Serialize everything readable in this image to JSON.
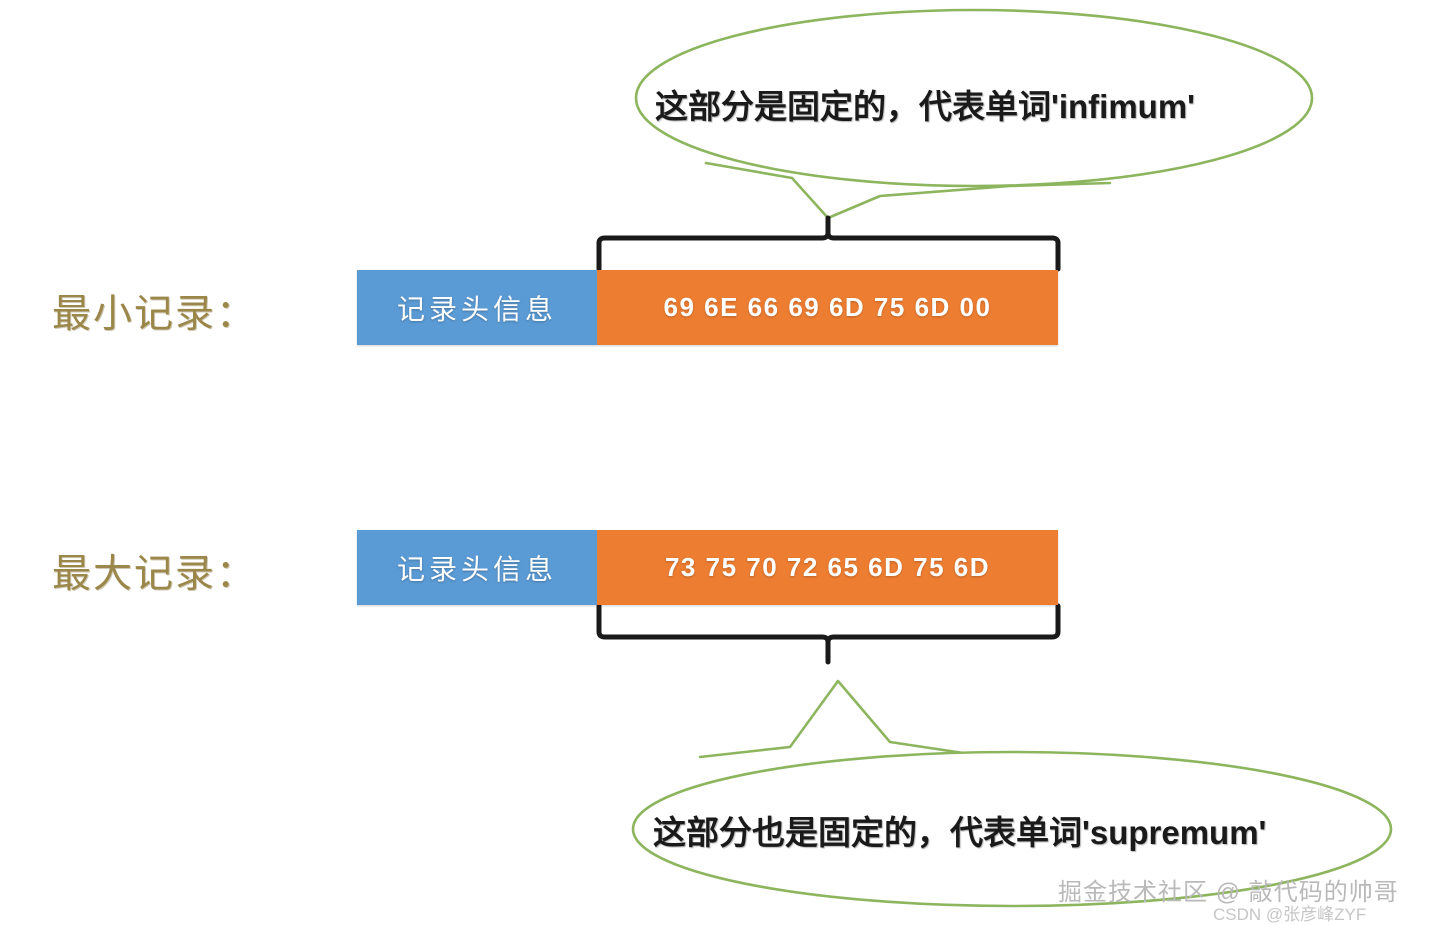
{
  "diagram": {
    "title": "InnoDB Infimum and Supremum Records",
    "colors": {
      "header_cell": "#5B9BD5",
      "bytes_cell": "#ED7D31",
      "callout_border": "#8CB55E",
      "brace": "#1A1A1A",
      "row_label": "#9A8749"
    },
    "rows": [
      {
        "label": "最小记录：",
        "header_cell": "记录头信息",
        "bytes_cell": "69 6E 66 69 6D 75 6D 00"
      },
      {
        "label": "最大记录：",
        "header_cell": "记录头信息",
        "bytes_cell": "73 75 70 72 65 6D 75 6D"
      }
    ],
    "callouts": [
      {
        "text": "这部分是固定的，代表单词'infimum'",
        "position": "top"
      },
      {
        "text": "这部分也是固定的，代表单词'supremum'",
        "position": "bottom"
      }
    ],
    "watermarks": {
      "main": "掘金技术社区 @ 敲代码的帅哥",
      "sub": "CSDN @张彦峰ZYF"
    }
  }
}
